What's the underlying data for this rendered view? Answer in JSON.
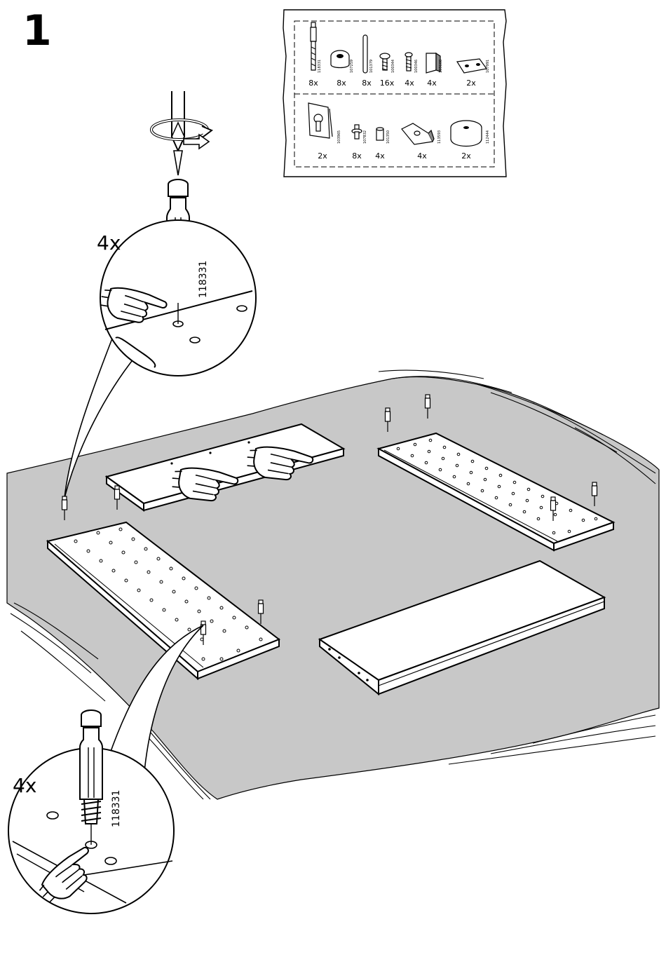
{
  "step": {
    "number": "1"
  },
  "parts_bag": {
    "row1": [
      {
        "code": "118331",
        "qty": "8x",
        "icon": "cam-lock-bolt-icon"
      },
      {
        "code": "107259",
        "qty": "8x",
        "icon": "cam-lock-nut-icon"
      },
      {
        "code": "101379",
        "qty": "8x",
        "icon": "wooden-dowel-icon"
      },
      {
        "code": "100344",
        "qty": "16x",
        "icon": "short-screw-icon"
      },
      {
        "code": "100346",
        "qty": "4x",
        "icon": "screw-icon"
      },
      {
        "code": "109608",
        "qty": "4x",
        "icon": "corner-bracket-icon"
      },
      {
        "code": "107991",
        "qty": "2x",
        "icon": "hinge-plate-icon"
      }
    ],
    "row2": [
      {
        "code": "103965",
        "qty": "2x",
        "icon": "keyhole-hanger-icon"
      },
      {
        "code": "107832",
        "qty": "8x",
        "icon": "shelf-pin-icon"
      },
      {
        "code": "101350",
        "qty": "4x",
        "icon": "plastic-sleeve-icon"
      },
      {
        "code": "113593",
        "qty": "4x",
        "icon": "wedge-block-icon"
      },
      {
        "code": "112444",
        "qty": "2x",
        "icon": "round-bumper-icon"
      }
    ]
  },
  "detail_top": {
    "qty": "4x",
    "part_code": "118331"
  },
  "detail_bottom": {
    "qty": "4x",
    "part_code": "118331"
  }
}
